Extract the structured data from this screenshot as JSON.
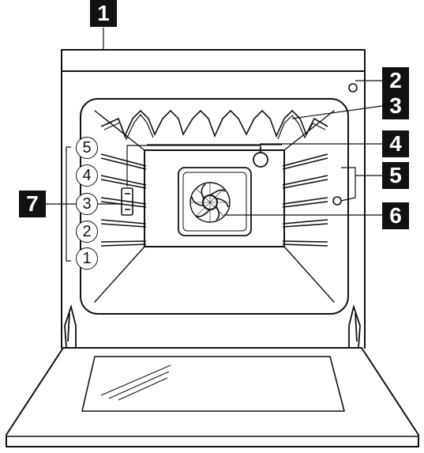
{
  "callouts": [
    "1",
    "2",
    "3",
    "4",
    "5",
    "6",
    "7"
  ],
  "shelf_levels": [
    "5",
    "4",
    "3",
    "2",
    "1"
  ]
}
